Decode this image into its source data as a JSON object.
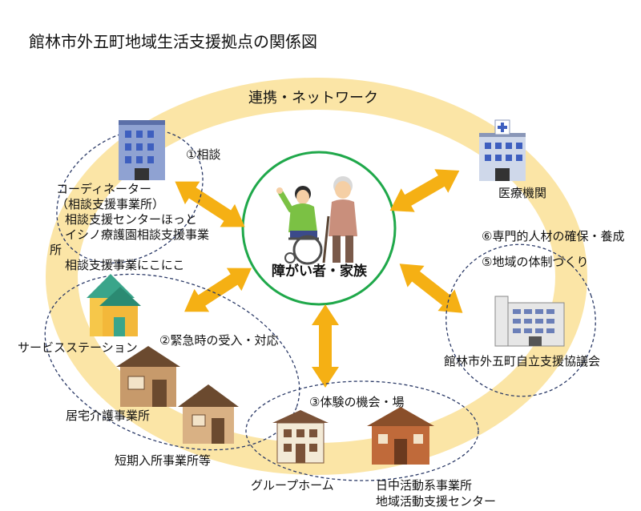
{
  "title": "館林市外五町地域生活支援拠点の関係図",
  "ring_label": "連携・ネットワーク",
  "center_label": "障がい者・家族",
  "functions": {
    "consult": "①相談",
    "emergency": "②緊急時の受入・対応",
    "experience": "③体験の機会・場",
    "community": "⑤地域の体制づくり",
    "personnel": "⑥専門的人材の確保・養成"
  },
  "facilities": {
    "coordinator": "コーディネーター",
    "coord_sub1": "（相談支援事業所）",
    "coord_sub2": "相談支援センターほっと",
    "coord_sub3": "イシノ療護園相談支援事業",
    "coord_sub4": "所",
    "coord_sub5": "相談支援事業にこにこ",
    "service_station": "サービスステーション",
    "home_care": "居宅介護事業所",
    "short_stay": "短期入所事業所等",
    "group_home": "グループホーム",
    "day_activity": "日中活動系事業所",
    "community_center": "地域活動支援センター",
    "medical": "医療機関",
    "council": "館林市外五町自立支援協議会"
  },
  "colors": {
    "ring": "#fbe5a6",
    "arrow": "#f5b014",
    "center_border": "#1fa84a",
    "dashed": "#2b3a67"
  }
}
